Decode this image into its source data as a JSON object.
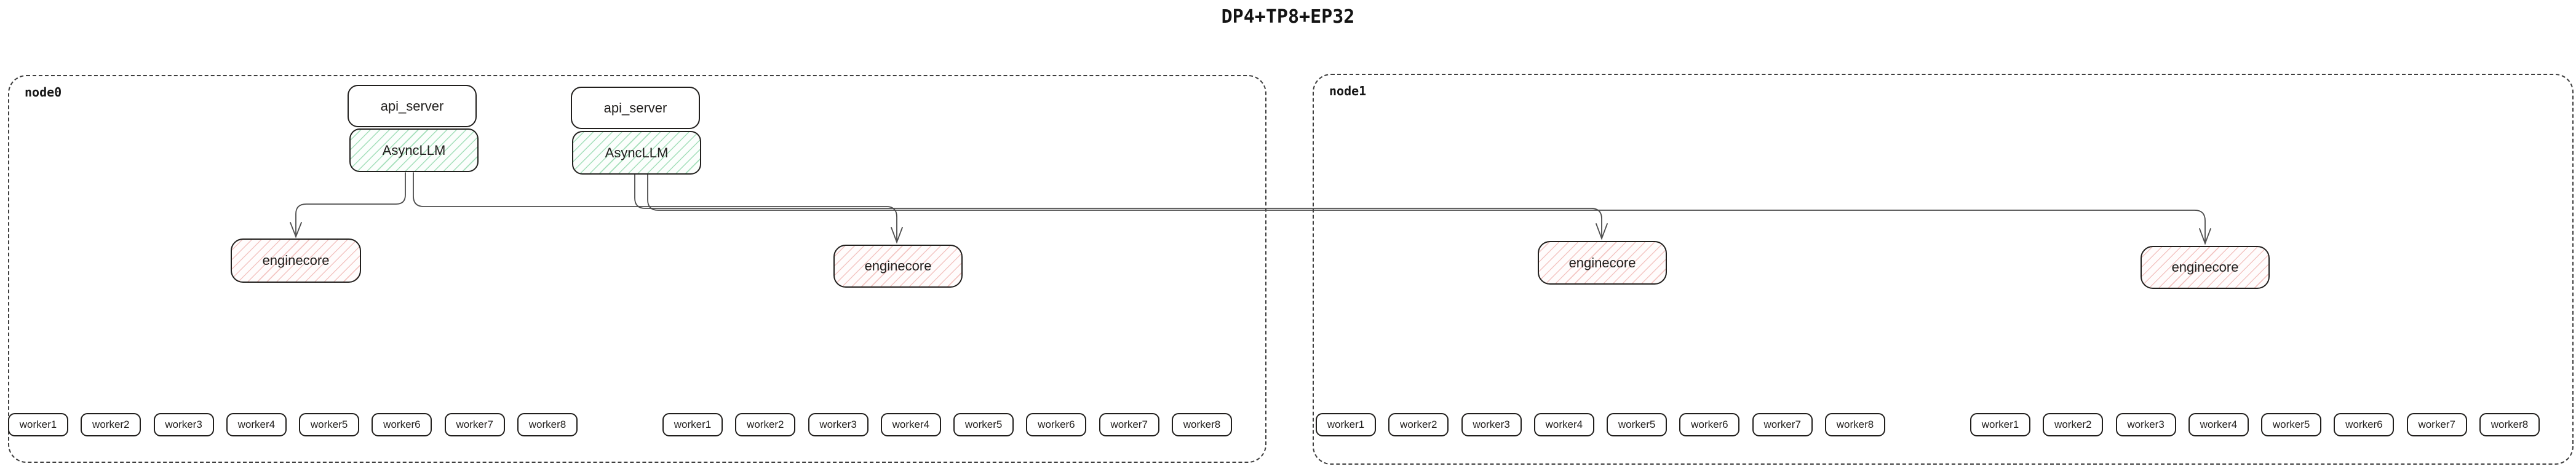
{
  "title": "DP4+TP8+EP32",
  "colors": {
    "background": "#ffffff",
    "box_border": "#211f1d",
    "node_border_dashed": "#3e3e3e",
    "edge_line": "#4c4c4c",
    "asyncllm_hatch_green": "#58c481",
    "enginecore_hatch_red": "#e4827c"
  },
  "edges": [
    {
      "from": "asyncllm-1",
      "to": "enginecore-1"
    },
    {
      "from": "asyncllm-1",
      "to": "enginecore-2"
    },
    {
      "from": "asyncllm-2",
      "to": "enginecore-3"
    },
    {
      "from": "asyncllm-2",
      "to": "enginecore-4"
    }
  ],
  "node0": {
    "label": "node0",
    "api_server_1": "api_server",
    "asyncllm_1": "AsyncLLM",
    "api_server_2": "api_server",
    "asyncllm_2": "AsyncLLM",
    "enginecore_1": "enginecore",
    "enginecore_2": "enginecore",
    "workers_1": [
      "worker1",
      "worker2",
      "worker3",
      "worker4",
      "worker5",
      "worker6",
      "worker7",
      "worker8"
    ],
    "workers_2": [
      "worker1",
      "worker2",
      "worker3",
      "worker4",
      "worker5",
      "worker6",
      "worker7",
      "worker8"
    ]
  },
  "node1": {
    "label": "node1",
    "enginecore_1": "enginecore",
    "enginecore_2": "enginecore",
    "workers_1": [
      "worker1",
      "worker2",
      "worker3",
      "worker4",
      "worker5",
      "worker6",
      "worker7",
      "worker8"
    ],
    "workers_2": [
      "worker1",
      "worker2",
      "worker3",
      "worker4",
      "worker5",
      "worker6",
      "worker7",
      "worker8"
    ]
  }
}
